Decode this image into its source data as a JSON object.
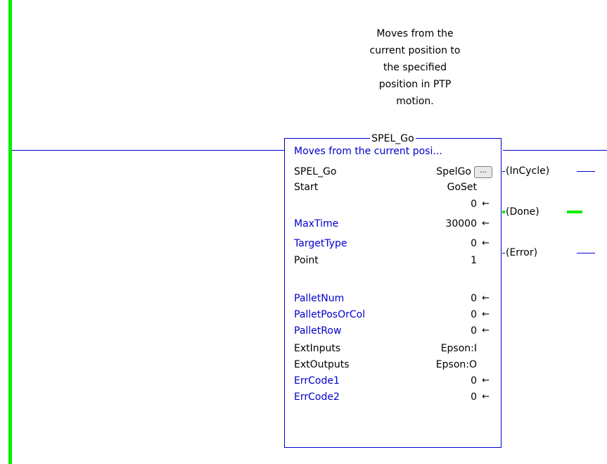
{
  "instruction": {
    "comment": "Moves from the\ncurrent position to\nthe specified\nposition in PTP\nmotion.",
    "name": "SPEL_Go",
    "description": "Moves from the current posi...",
    "params": [
      {
        "name": "SPEL_Go",
        "value": "SpelGo",
        "arrow": "",
        "blue": false,
        "has_button": true
      },
      {
        "name": "Start",
        "value": "GoSet",
        "arrow": "",
        "blue": false,
        "has_button": false
      },
      {
        "name": "",
        "value": "0",
        "arrow": "←",
        "blue": false,
        "has_button": false
      },
      {
        "name": "MaxTime",
        "value": "30000",
        "arrow": "←",
        "blue": true,
        "has_button": false
      },
      {
        "name": "TargetType",
        "value": "0",
        "arrow": "←",
        "blue": true,
        "has_button": false
      },
      {
        "name": "Point",
        "value": "1",
        "arrow": "",
        "blue": false,
        "has_button": false
      },
      {
        "name": "",
        "value": "",
        "arrow": "",
        "blue": false,
        "has_button": false
      },
      {
        "name": "PalletNum",
        "value": "0",
        "arrow": "←",
        "blue": true,
        "has_button": false
      },
      {
        "name": "PalletPosOrCol",
        "value": "0",
        "arrow": "←",
        "blue": true,
        "has_button": false
      },
      {
        "name": "PalletRow",
        "value": "0",
        "arrow": "←",
        "blue": true,
        "has_button": false
      },
      {
        "name": "ExtInputs",
        "value": "Epson:I",
        "arrow": "",
        "blue": false,
        "has_button": false
      },
      {
        "name": "ExtOutputs",
        "value": "Epson:O",
        "arrow": "",
        "blue": false,
        "has_button": false
      },
      {
        "name": "ErrCode1",
        "value": "0",
        "arrow": "←",
        "blue": true,
        "has_button": false
      },
      {
        "name": "ErrCode2",
        "value": "0",
        "arrow": "←",
        "blue": true,
        "has_button": false
      }
    ],
    "ellipsis_label": "...",
    "outputs": [
      {
        "label": "(InCycle)",
        "energized": false
      },
      {
        "label": "(Done)",
        "energized": true
      },
      {
        "label": "(Error)",
        "energized": false
      }
    ]
  },
  "colors": {
    "wire": "#0000cc",
    "rail": "#00ee00",
    "energized": "#00ee00"
  }
}
